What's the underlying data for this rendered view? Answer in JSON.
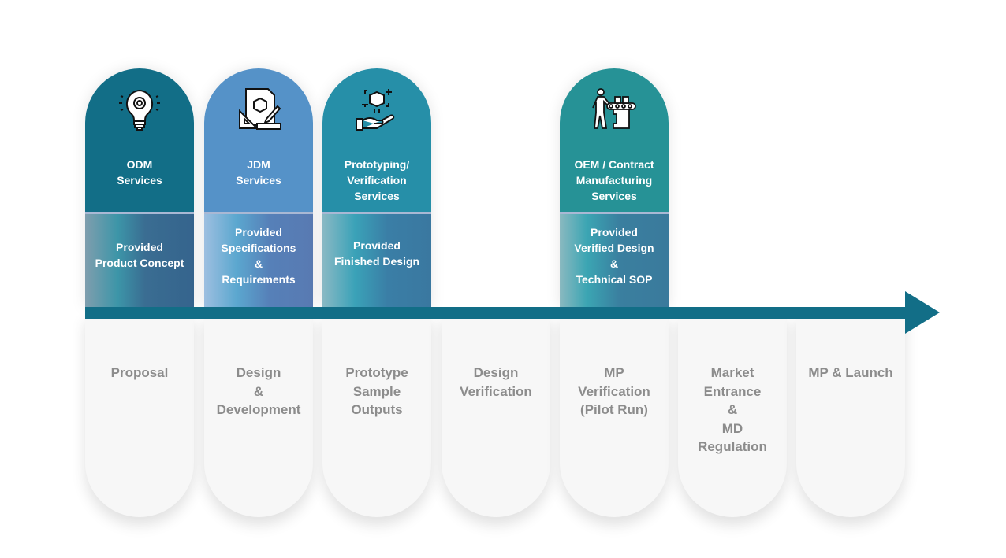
{
  "colors": {
    "arrow": "#126e87",
    "odm": "#126e87",
    "jdm": "#5592c8",
    "prototyping": "#268fa8",
    "oem": "#269296",
    "stage_text": "#8c8c8c"
  },
  "stages": [
    {
      "label": "Proposal"
    },
    {
      "label": "Design\n&\nDevelopment"
    },
    {
      "label": "Prototype\nSample\nOutputs"
    },
    {
      "label": "Design\nVerification"
    },
    {
      "label": "MP\nVerification\n(Pilot Run)"
    },
    {
      "label": "Market\nEntrance\n&\nMD\nRegulation"
    },
    {
      "label": "MP & Launch"
    }
  ],
  "services": [
    {
      "icon": "lightbulb-gear-icon",
      "title": "ODM\nServices",
      "provided": "Provided\nProduct Concept"
    },
    {
      "icon": "blueprint-cube-icon",
      "title": "JDM\nServices",
      "provided": "Provided\nSpecifications\n&\nRequirements"
    },
    {
      "icon": "hand-cube-icon",
      "title": "Prototyping/\nVerification\nServices",
      "provided": "Provided\nFinished Design"
    },
    {
      "icon": "worker-conveyor-icon",
      "title": "OEM / Contract\nManufacturing\nServices",
      "provided": "Provided\nVerified Design\n&\nTechnical SOP"
    }
  ]
}
